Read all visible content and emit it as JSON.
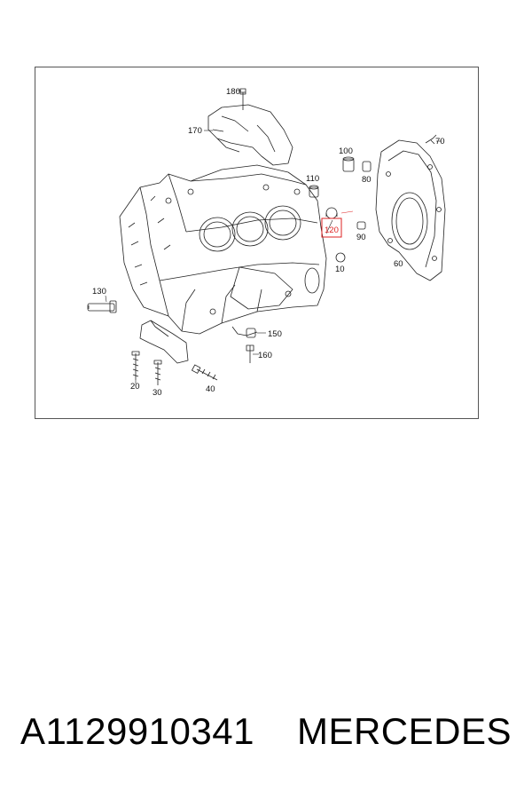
{
  "diagram": {
    "callouts": [
      {
        "id": "180",
        "label": "180"
      },
      {
        "id": "170",
        "label": "170"
      },
      {
        "id": "100",
        "label": "100"
      },
      {
        "id": "70",
        "label": "70"
      },
      {
        "id": "110",
        "label": "110"
      },
      {
        "id": "80",
        "label": "80"
      },
      {
        "id": "120",
        "label": "120",
        "highlighted": true
      },
      {
        "id": "90",
        "label": "90"
      },
      {
        "id": "10",
        "label": "10"
      },
      {
        "id": "60",
        "label": "60"
      },
      {
        "id": "130",
        "label": "130"
      },
      {
        "id": "150",
        "label": "150"
      },
      {
        "id": "160",
        "label": "160"
      },
      {
        "id": "20",
        "label": "20"
      },
      {
        "id": "30",
        "label": "30"
      },
      {
        "id": "40",
        "label": "40"
      }
    ],
    "highlight_color": "#dd2222"
  },
  "caption": {
    "part_number": "A1129910341",
    "brand": "MERCEDES"
  }
}
